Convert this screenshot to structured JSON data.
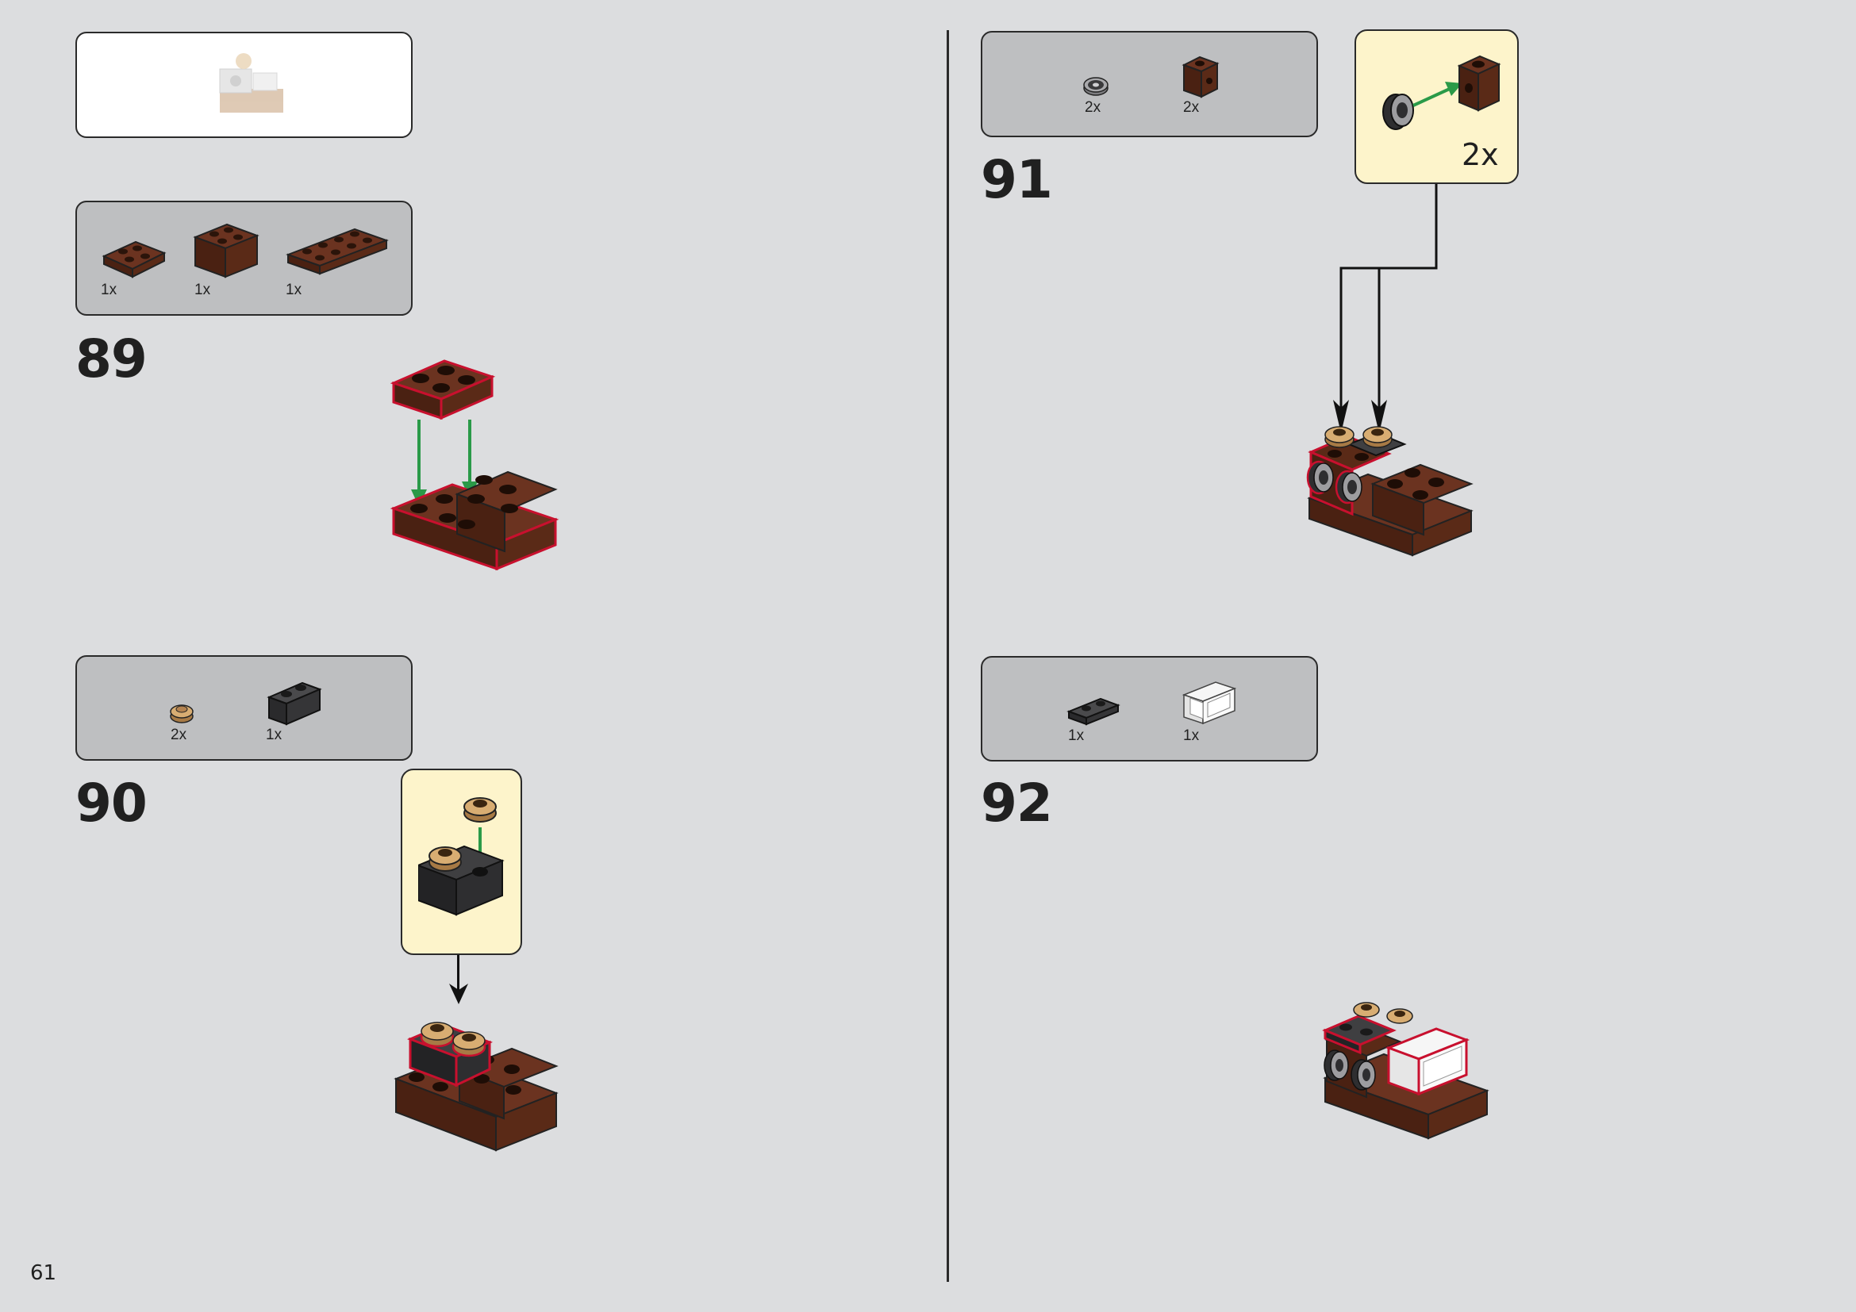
{
  "page": {
    "number": "61"
  },
  "colors": {
    "background": "#dcdddf",
    "parts_panel": "#bebfc1",
    "callout": "#fdf4cb",
    "brick_brown": "#5a2a17",
    "brick_black": "#2e2e30",
    "tan_round": "#c89a63",
    "highlight_red": "#c8102e",
    "arrow_green": "#2a9a48"
  },
  "preview": {
    "icon": "finished-model-thumbnail"
  },
  "steps": [
    {
      "number": "89",
      "parts": [
        {
          "icon": "brown-plate-2x2-icon",
          "qty": "1x"
        },
        {
          "icon": "brown-brick-2x2-icon",
          "qty": "1x"
        },
        {
          "icon": "brown-plate-2x4-icon",
          "qty": "1x"
        }
      ]
    },
    {
      "number": "90",
      "parts": [
        {
          "icon": "tan-round-plate-1x1-icon",
          "qty": "2x"
        },
        {
          "icon": "black-brick-1x2-icon",
          "qty": "1x"
        }
      ]
    },
    {
      "number": "91",
      "parts": [
        {
          "icon": "grey-round-tile-icon",
          "qty": "2x"
        },
        {
          "icon": "brown-bracket-brick-icon",
          "qty": "2x"
        }
      ],
      "callout_qty": "2x"
    },
    {
      "number": "92",
      "parts": [
        {
          "icon": "black-plate-1x2-icon",
          "qty": "1x"
        },
        {
          "icon": "white-panel-icon",
          "qty": "1x"
        }
      ]
    }
  ]
}
